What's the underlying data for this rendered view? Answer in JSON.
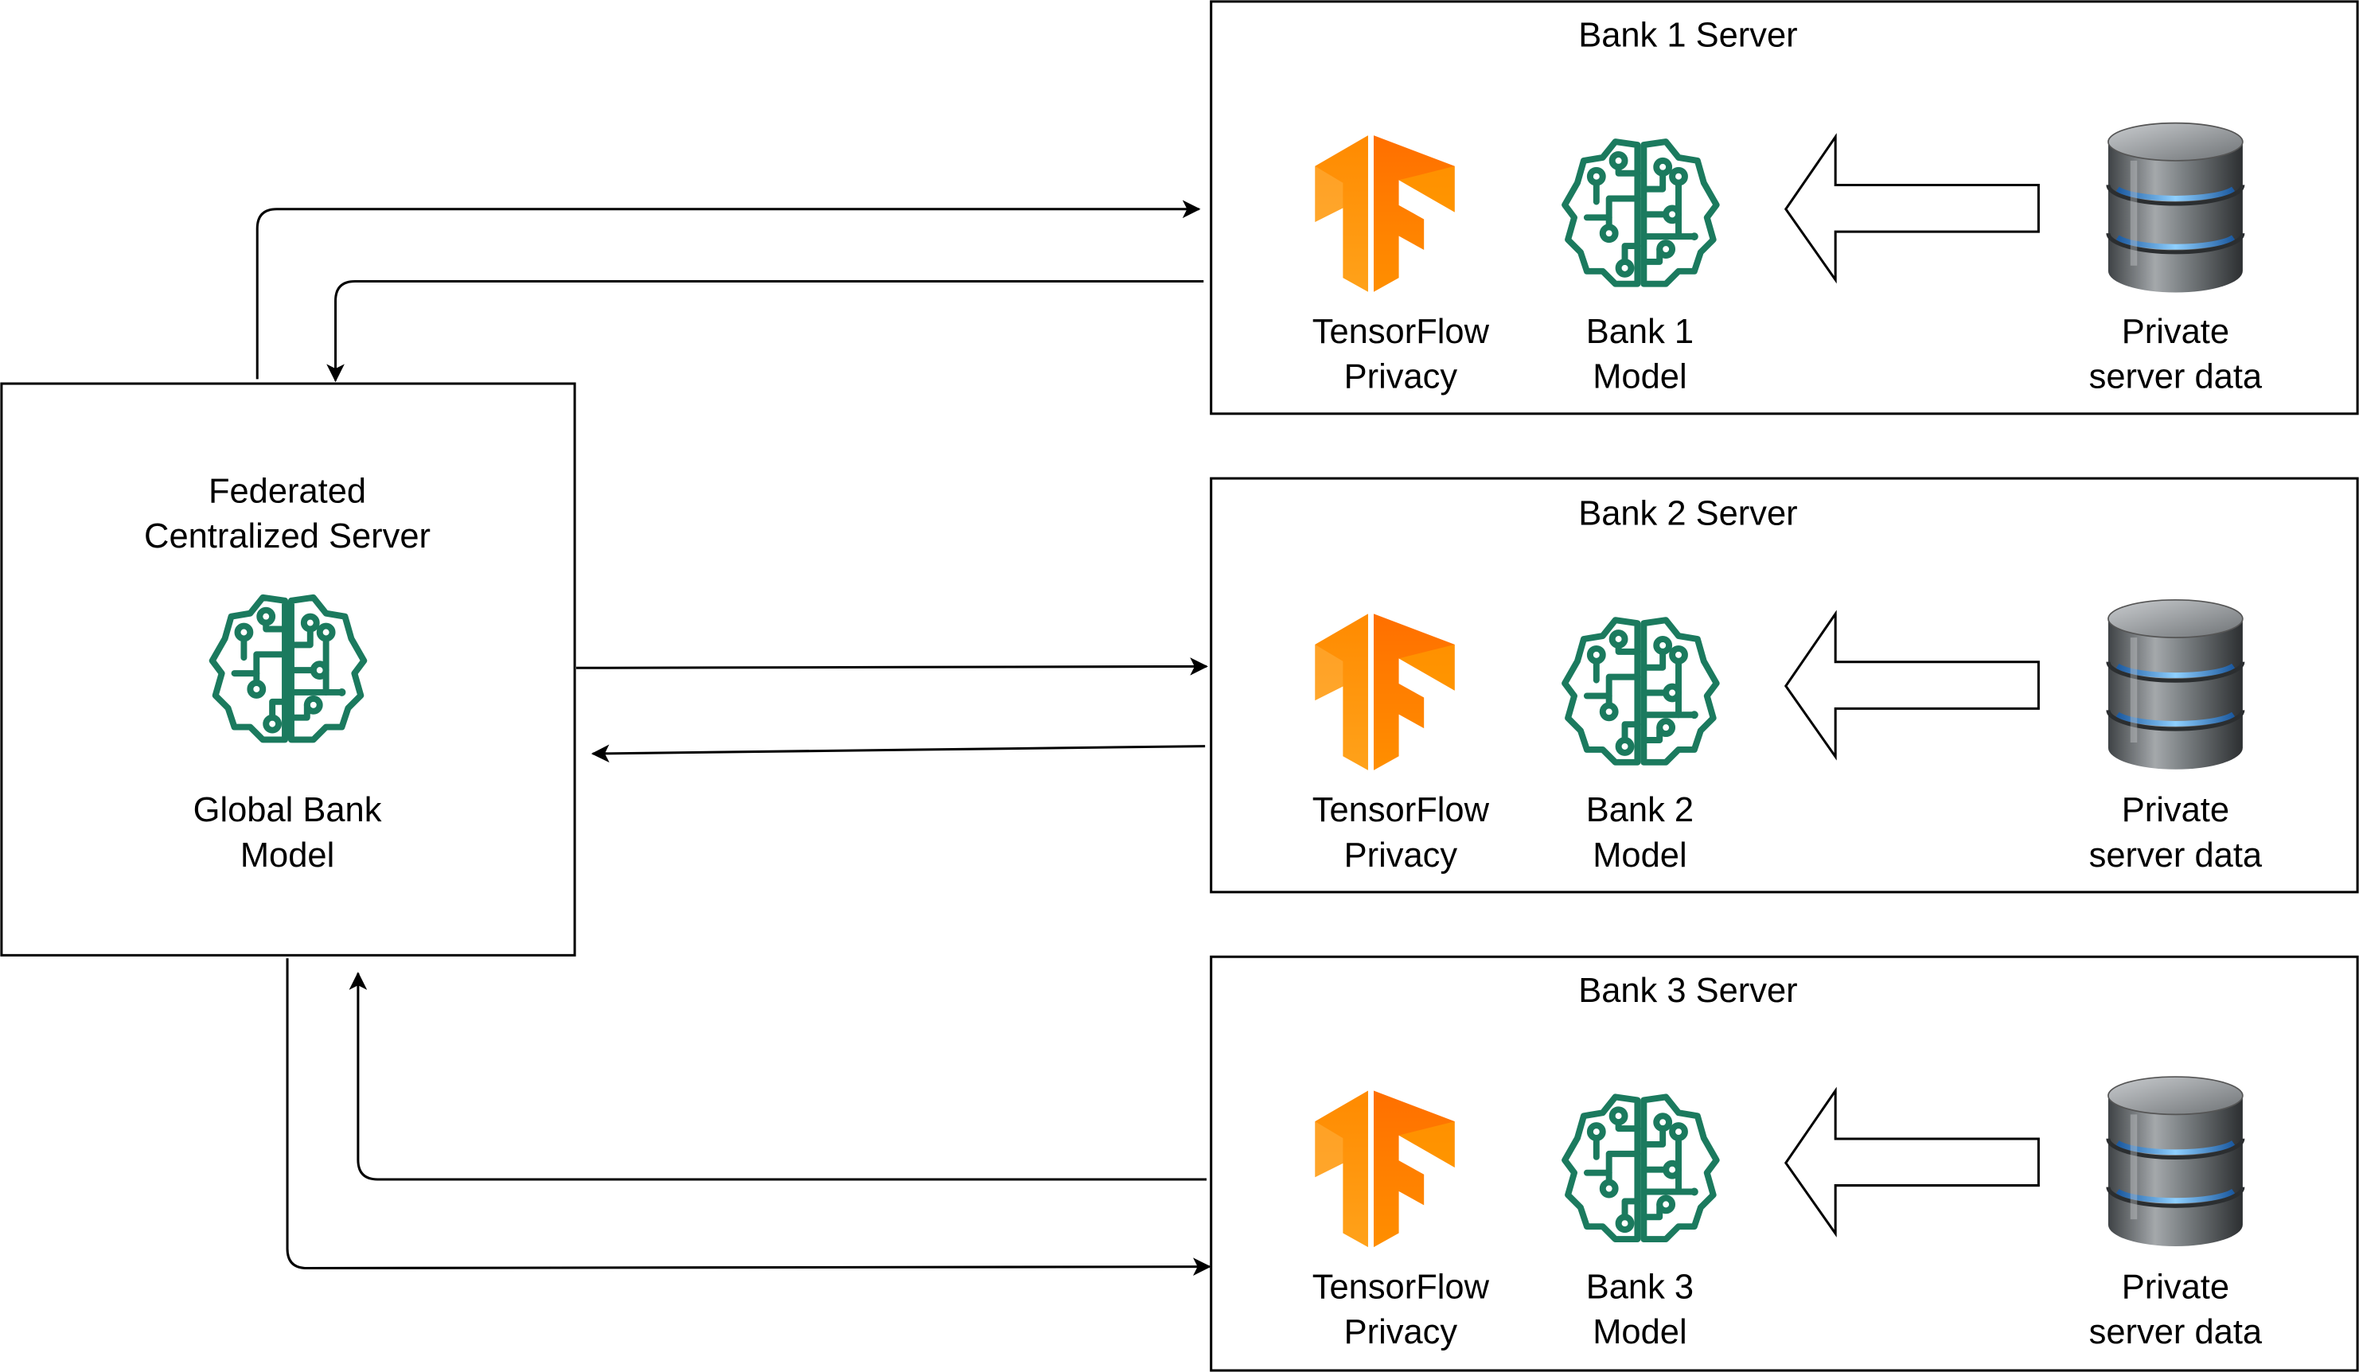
{
  "central": {
    "title": [
      "Federated",
      "Centralized Server"
    ],
    "model_label": [
      "Global Bank",
      "Model"
    ],
    "icon": "brain-circuit-icon"
  },
  "banks": [
    {
      "title": "Bank 1 Server",
      "privacy_label": [
        "TensorFlow",
        "Privacy"
      ],
      "model_label": [
        "Bank 1",
        "Model"
      ],
      "data_label": [
        "Private",
        "server data"
      ]
    },
    {
      "title": "Bank 2 Server",
      "privacy_label": [
        "TensorFlow",
        "Privacy"
      ],
      "model_label": [
        "Bank 2",
        "Model"
      ],
      "data_label": [
        "Private",
        "server data"
      ]
    },
    {
      "title": "Bank 3 Server",
      "privacy_label": [
        "TensorFlow",
        "Privacy"
      ],
      "model_label": [
        "Bank 3",
        "Model"
      ],
      "data_label": [
        "Private",
        "server data"
      ]
    }
  ],
  "icons": {
    "privacy": "tensorflow-logo-icon",
    "model": "brain-circuit-icon",
    "data": "database-icon",
    "data_flow": "hollow-left-arrow-icon"
  },
  "colors": {
    "tensorflow_light": "#FFA800",
    "tensorflow_dark": "#FF6F00",
    "model_green": "#1B7A5E",
    "db_gray": "#6E7275",
    "db_glow": "#4FA3E8"
  }
}
